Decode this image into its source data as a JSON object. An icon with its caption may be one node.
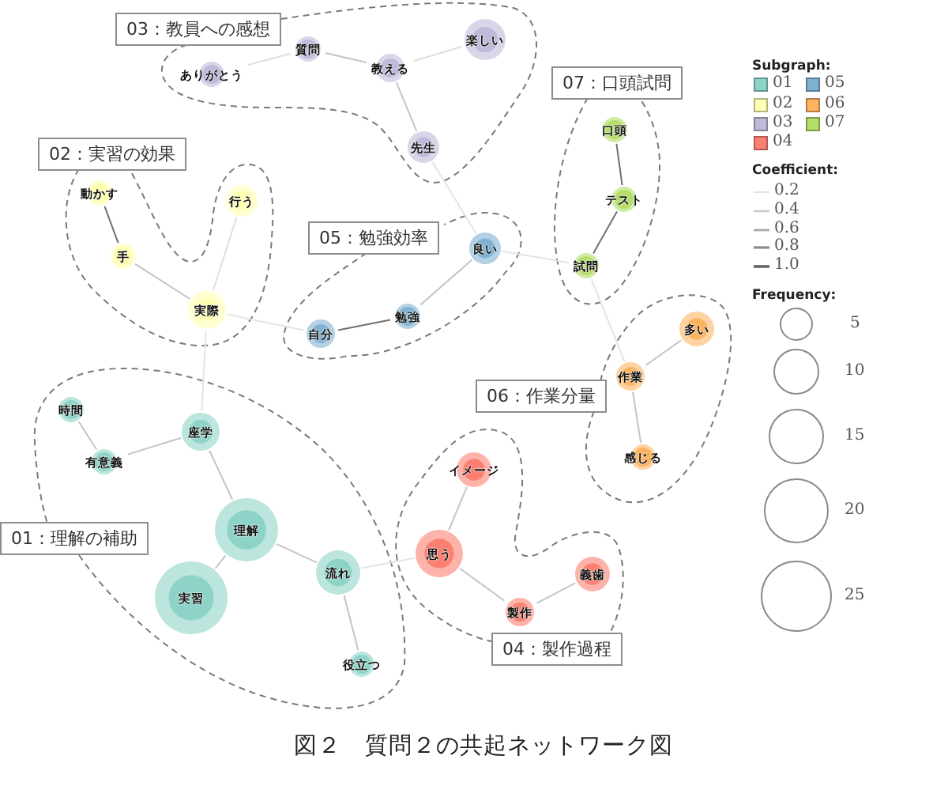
{
  "diagram": {
    "caption": "図２　質問２の共起ネットワーク図",
    "nodes": [
      {
        "text": [
          "01：理解の補助"
        ]
      },
      {
        "text": [
          "時間"
        ],
        "in": 0
      },
      {
        "text": [
          "有意義"
        ],
        "in": 0
      },
      {
        "text": [
          "座学"
        ],
        "in": 0
      },
      {
        "text": [
          "理解"
        ],
        "in": 0
      },
      {
        "text": [
          "実習"
        ],
        "in": 0
      },
      {
        "text": [
          "流れ"
        ],
        "in": 0
      },
      {
        "text": [
          "役立つ"
        ],
        "in": 0
      },
      {
        "text": [
          "02：実習の効果"
        ]
      },
      {
        "text": [
          "動かす"
        ],
        "in": 8
      },
      {
        "text": [
          "手"
        ],
        "in": 8
      },
      {
        "text": [
          "行う"
        ],
        "in": 8
      },
      {
        "text": [
          "実際"
        ],
        "in": 8
      },
      {
        "text": [
          "03：教員への感想"
        ]
      },
      {
        "text": [
          "ありがとう"
        ],
        "in": 13
      },
      {
        "text": [
          "質問"
        ],
        "in": 13
      },
      {
        "text": [
          "教える"
        ],
        "in": 13
      },
      {
        "text": [
          "楽しい"
        ],
        "in": 13
      },
      {
        "text": [
          "先生"
        ],
        "in": 13
      },
      {
        "text": [
          "04：製作過程"
        ]
      },
      {
        "text": [
          "イメージ"
        ],
        "in": 19
      },
      {
        "text": [
          "思う"
        ],
        "in": 19
      },
      {
        "text": [
          "義歯"
        ],
        "in": 19
      },
      {
        "text": [
          "製作"
        ],
        "in": 19
      },
      {
        "text": [
          "05：勉強効率"
        ]
      },
      {
        "text": [
          "良い"
        ],
        "in": 24
      },
      {
        "text": [
          "勉強"
        ],
        "in": 24
      },
      {
        "text": [
          "自分"
        ],
        "in": 24
      },
      {
        "text": [
          "06：作業分量"
        ]
      },
      {
        "text": [
          "多い"
        ],
        "in": 28
      },
      {
        "text": [
          "作業"
        ],
        "in": 28
      },
      {
        "text": [
          "感じる"
        ],
        "in": 28
      },
      {
        "text": [
          "07：口頭試問"
        ]
      },
      {
        "text": [
          "口頭"
        ],
        "in": 32
      },
      {
        "text": [
          "テスト"
        ],
        "in": 32
      },
      {
        "text": [
          "試問"
        ],
        "in": 32
      }
    ],
    "edges": [
      {
        "from": 1,
        "to": 2,
        "arrow": "none"
      },
      {
        "from": 2,
        "to": 3,
        "arrow": "none"
      },
      {
        "from": 3,
        "to": 4,
        "arrow": "none"
      },
      {
        "from": 4,
        "to": 5,
        "arrow": "none"
      },
      {
        "from": 4,
        "to": 6,
        "arrow": "none"
      },
      {
        "from": 6,
        "to": 7,
        "arrow": "none"
      },
      {
        "from": 9,
        "to": 10,
        "arrow": "none",
        "color": "#707070"
      },
      {
        "from": 10,
        "to": 12,
        "arrow": "none"
      },
      {
        "from": 11,
        "to": 12,
        "arrow": "none",
        "color": "#dedede"
      },
      {
        "from": 14,
        "to": 15,
        "arrow": "none",
        "color": "#dedede"
      },
      {
        "from": 15,
        "to": 16,
        "arrow": "none"
      },
      {
        "from": 16,
        "to": 17,
        "arrow": "none",
        "color": "#dedede"
      },
      {
        "from": 16,
        "to": 18,
        "arrow": "none"
      },
      {
        "from": 20,
        "to": 21,
        "arrow": "none"
      },
      {
        "from": 21,
        "to": 23,
        "arrow": "none"
      },
      {
        "from": 23,
        "to": 22,
        "arrow": "none"
      },
      {
        "from": 25,
        "to": 26,
        "arrow": "none"
      },
      {
        "from": 26,
        "to": 27,
        "arrow": "none",
        "color": "#707070"
      },
      {
        "from": 29,
        "to": 30,
        "arrow": "none"
      },
      {
        "from": 30,
        "to": 31,
        "arrow": "none"
      },
      {
        "from": 33,
        "to": 34,
        "arrow": "none",
        "color": "#707070"
      },
      {
        "from": 34,
        "to": 35,
        "arrow": "none",
        "color": "#707070"
      },
      {
        "from": 18,
        "to": 25,
        "arrow": "none",
        "color": "#e4e4e4"
      },
      {
        "from": 25,
        "to": 35,
        "arrow": "none",
        "color": "#e4e4e4"
      },
      {
        "from": 35,
        "to": 30,
        "arrow": "none",
        "color": "#e4e4e4"
      },
      {
        "from": 12,
        "to": 27,
        "arrow": "none",
        "color": "#e4e4e4"
      },
      {
        "from": 12,
        "to": 3,
        "arrow": "none",
        "color": "#e4e4e4"
      },
      {
        "from": 6,
        "to": 21,
        "arrow": "none",
        "color": "#e4e4e4"
      }
    ],
    "labels": [
      "Subgraph:",
      "Coefficient:",
      "Frequency:"
    ],
    "legend": [
      {
        "text": "01",
        "color": "#8dd3c7"
      },
      {
        "text": "02",
        "color": "#ffffb3"
      },
      {
        "text": "03",
        "color": "#bebada"
      },
      {
        "text": "04",
        "color": "#fb8072"
      },
      {
        "text": "05",
        "color": "#80b1d3"
      },
      {
        "text": "06",
        "color": "#fdb462"
      },
      {
        "text": "07",
        "color": "#b3de69"
      },
      {
        "text": "0.2"
      },
      {
        "text": "0.4"
      },
      {
        "text": "0.6"
      },
      {
        "text": "0.8"
      },
      {
        "text": "1.0"
      },
      {
        "text": "5"
      },
      {
        "text": "10"
      },
      {
        "text": "15"
      },
      {
        "text": "20"
      },
      {
        "text": "25"
      }
    ]
  }
}
